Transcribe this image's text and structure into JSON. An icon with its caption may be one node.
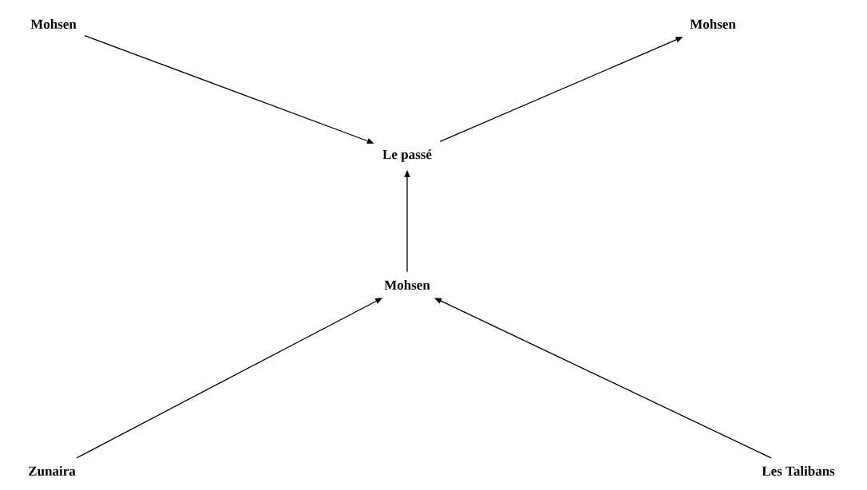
{
  "diagram": {
    "nodes": [
      {
        "text": [
          "Mohsen"
        ]
      },
      {
        "text": [
          "Mohsen"
        ]
      },
      {
        "text": [
          "Le passé"
        ]
      },
      {
        "text": [
          "Mohsen"
        ]
      },
      {
        "text": [
          "Zunaira"
        ]
      },
      {
        "text": [
          "Les Talibans"
        ]
      }
    ],
    "edges": [
      {
        "from": 0,
        "to": 2,
        "arrow": "to"
      },
      {
        "from": 2,
        "to": 1,
        "arrow": "to"
      },
      {
        "from": 3,
        "to": 2,
        "arrow": "to"
      },
      {
        "from": 4,
        "to": 3,
        "arrow": "to"
      },
      {
        "from": 5,
        "to": 3,
        "arrow": "to"
      }
    ]
  }
}
